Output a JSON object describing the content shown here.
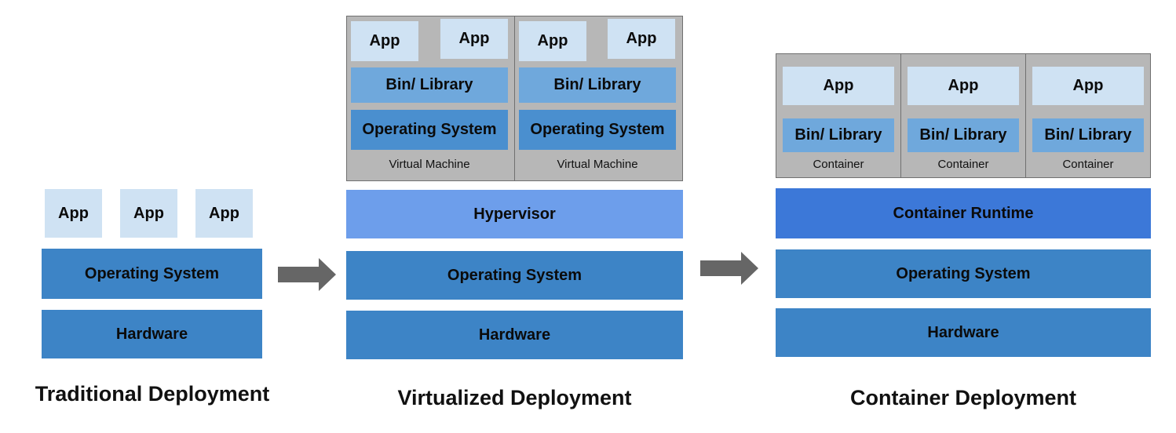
{
  "colors": {
    "app": "#cfe2f3",
    "library": "#6fa8dc",
    "layer": "#3d84c6",
    "hypervisor": "#6d9eeb",
    "runtime": "#3c78d8",
    "frame": "#b7b7b7",
    "arrow": "#666666"
  },
  "traditional": {
    "title": "Traditional Deployment",
    "apps": [
      "App",
      "App",
      "App"
    ],
    "os": "Operating System",
    "hardware": "Hardware"
  },
  "virtualized": {
    "title": "Virtualized Deployment",
    "vms": [
      {
        "apps": [
          "App",
          "App"
        ],
        "library": "Bin/ Library",
        "os": "Operating System",
        "caption": "Virtual Machine"
      },
      {
        "apps": [
          "App",
          "App"
        ],
        "library": "Bin/ Library",
        "os": "Operating System",
        "caption": "Virtual Machine"
      }
    ],
    "hypervisor": "Hypervisor",
    "os": "Operating System",
    "hardware": "Hardware"
  },
  "container": {
    "title": "Container Deployment",
    "containers": [
      {
        "app": "App",
        "library": "Bin/ Library",
        "caption": "Container"
      },
      {
        "app": "App",
        "library": "Bin/ Library",
        "caption": "Container"
      },
      {
        "app": "App",
        "library": "Bin/ Library",
        "caption": "Container"
      }
    ],
    "runtime": "Container Runtime",
    "os": "Operating System",
    "hardware": "Hardware"
  },
  "arrows": [
    "arrow-right-icon",
    "arrow-right-icon"
  ]
}
